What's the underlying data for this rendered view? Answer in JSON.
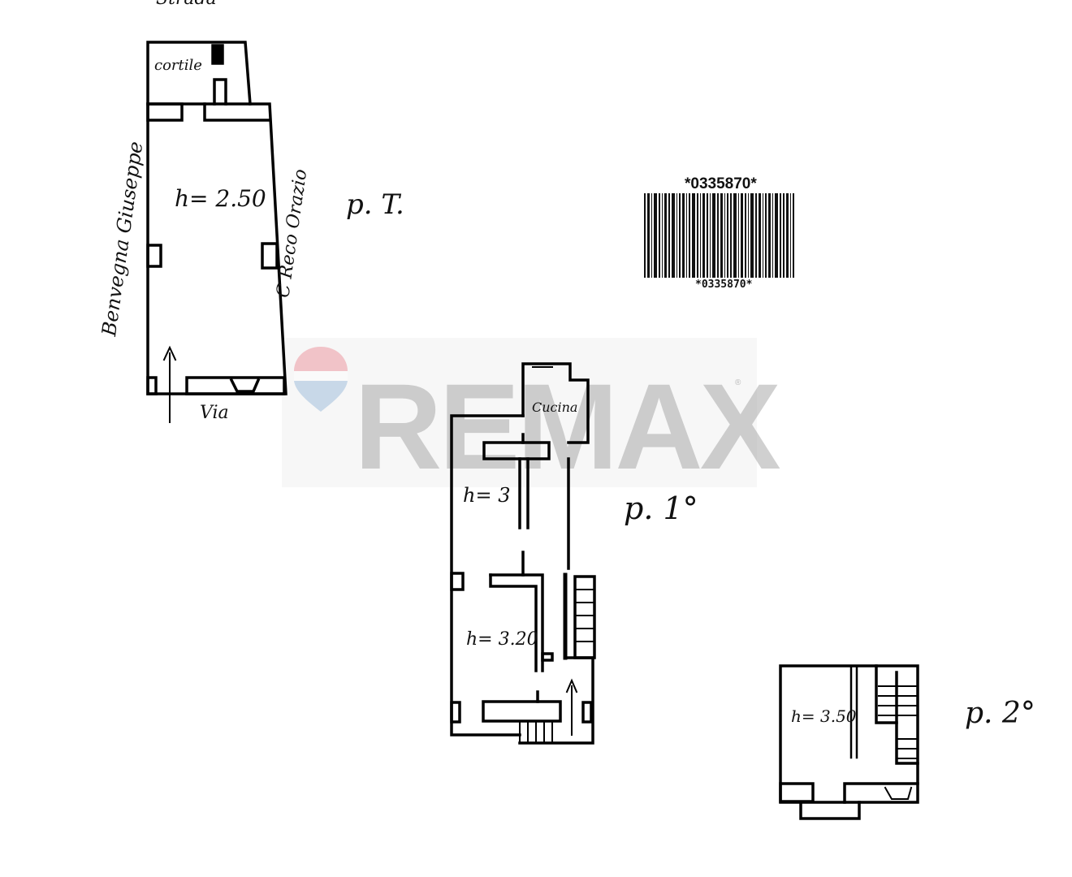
{
  "document": {
    "type": "scanned floor plan",
    "top_fragment_label": "Strada",
    "watermark": {
      "brand": "RE/MAX",
      "text": "REMAX",
      "registered_mark": "®",
      "balloon_colors": [
        "#e8a7ae",
        "#a9bfd6"
      ]
    },
    "barcode": {
      "top_label": "*0335870*",
      "bottom_label": "*0335870*"
    }
  },
  "plans": [
    {
      "id": "ground-floor",
      "floor_label": "p. T.",
      "labels": {
        "courtyard": "cortile",
        "height": "h= 2.50",
        "street": "Via",
        "left_neighbour": "Benvegna Giuseppe",
        "right_neighbour": "C Reco Orazio"
      }
    },
    {
      "id": "first-floor",
      "floor_label": "p. 1°",
      "labels": {
        "kitchen": "Cucina",
        "height_upper": "h= 3",
        "height_lower": "h= 3.20"
      }
    },
    {
      "id": "second-floor",
      "floor_label": "p. 2°",
      "labels": {
        "height": "h= 3.50"
      }
    }
  ]
}
